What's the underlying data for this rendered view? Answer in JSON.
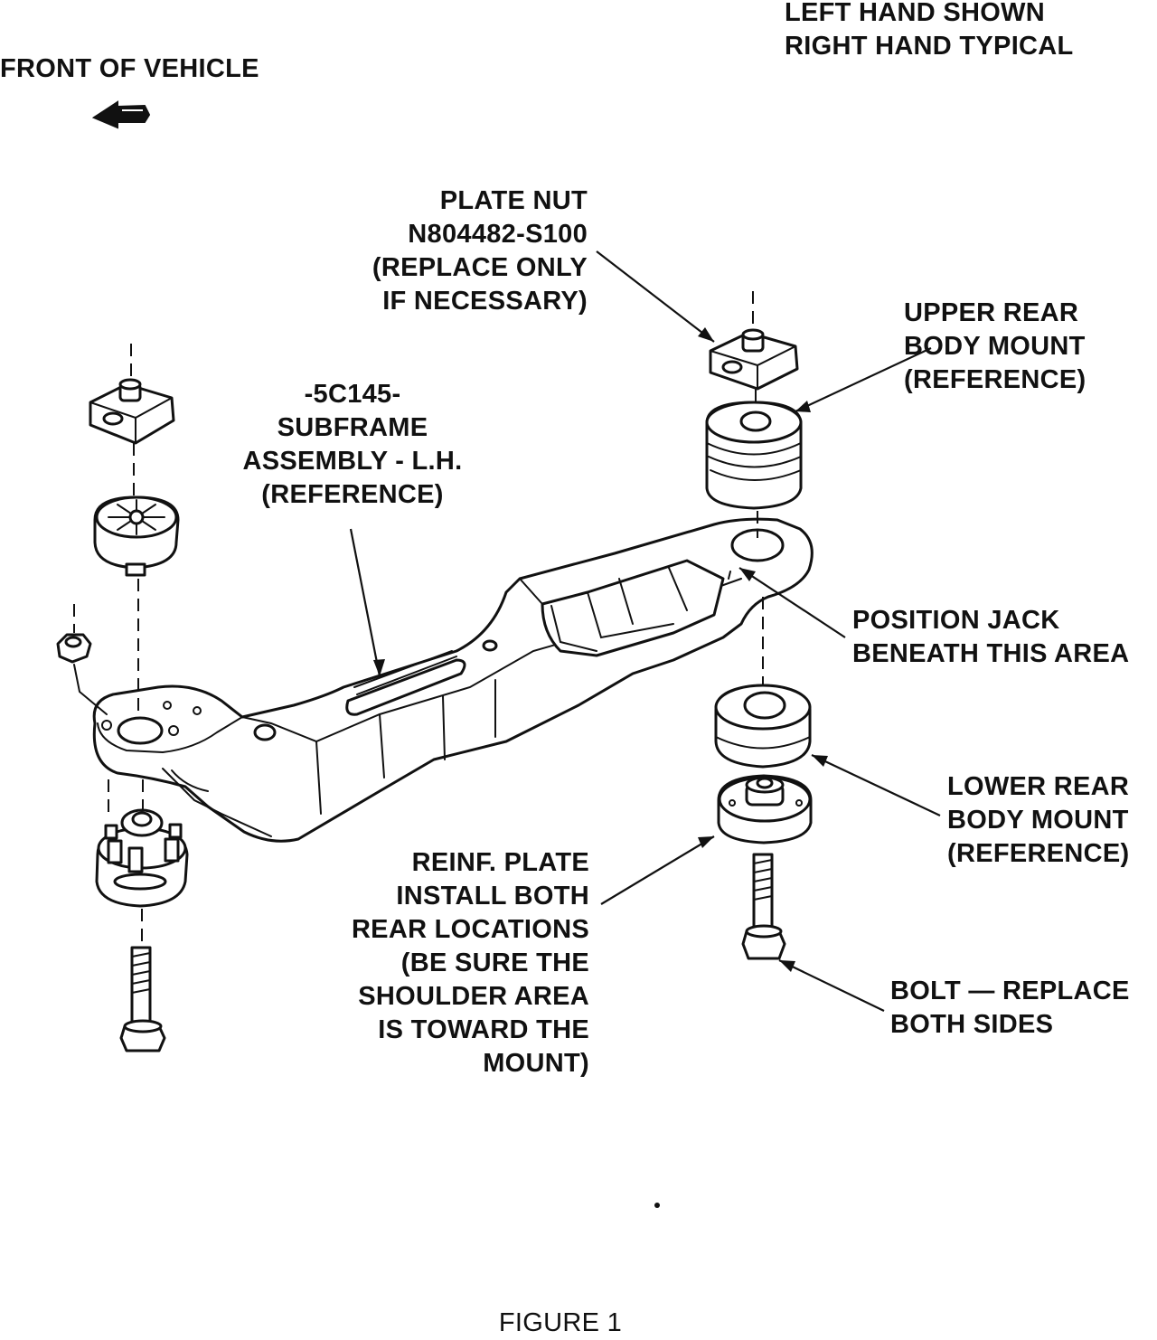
{
  "labels": {
    "orientation": [
      "LEFT HAND SHOWN",
      "RIGHT HAND TYPICAL"
    ],
    "front": "FRONT OF VEHICLE",
    "plate_nut": [
      "PLATE NUT",
      "N804482-S100",
      "(REPLACE ONLY",
      "IF NECESSARY)"
    ],
    "subframe": [
      "-5C145-",
      "SUBFRAME",
      "ASSEMBLY - L.H.",
      "(REFERENCE)"
    ],
    "upper_mount": [
      "UPPER REAR",
      "BODY MOUNT",
      "(REFERENCE)"
    ],
    "jack": [
      "POSITION JACK",
      "BENEATH THIS AREA"
    ],
    "lower_mount": [
      "LOWER REAR",
      "BODY MOUNT",
      "(REFERENCE)"
    ],
    "reinf_plate": [
      "REINF. PLATE",
      "INSTALL BOTH",
      "REAR LOCATIONS",
      "(BE SURE THE",
      "SHOULDER AREA",
      "IS TOWARD THE",
      "MOUNT)"
    ],
    "bolt": [
      "BOLT — REPLACE",
      "BOTH SIDES"
    ],
    "caption": "FIGURE 1"
  },
  "icons": {
    "front_arrow": "arrow-left-icon"
  }
}
